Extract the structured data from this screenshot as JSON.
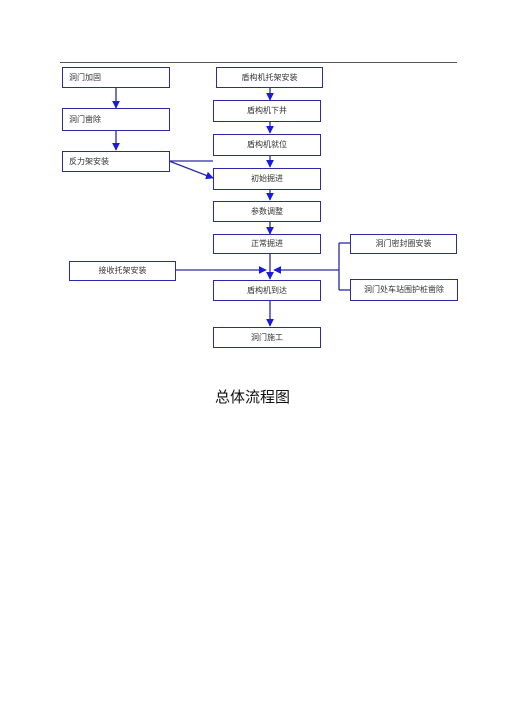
{
  "nodes": {
    "dongmen_jiagu": "洞门加固",
    "dongmen_zaochu": "洞门凿除",
    "fanliji_anzhuang": "反力架安装",
    "dungouji_tuojia": "盾构机托架安装",
    "dungouji_xiajing": "盾构机下井",
    "dungouji_jiuwei": "盾构机就位",
    "chushi_juejin": "初始掘进",
    "canshu_tiaozheng": "参数调整",
    "zhengchang_juejin": "正常掘进",
    "dongmen_mifeng": "洞门密封圈安装",
    "jieshou_tuojia": "接收托架安装",
    "chezhan_weihu": "洞门处车站围护桩凿除",
    "dungouji_daoda": "盾构机到达",
    "dongmen_shigong": "洞门施工"
  },
  "caption": "总体流程图",
  "colors": {
    "line": "#2a2aa8",
    "arrow": "#1a1ae0"
  }
}
